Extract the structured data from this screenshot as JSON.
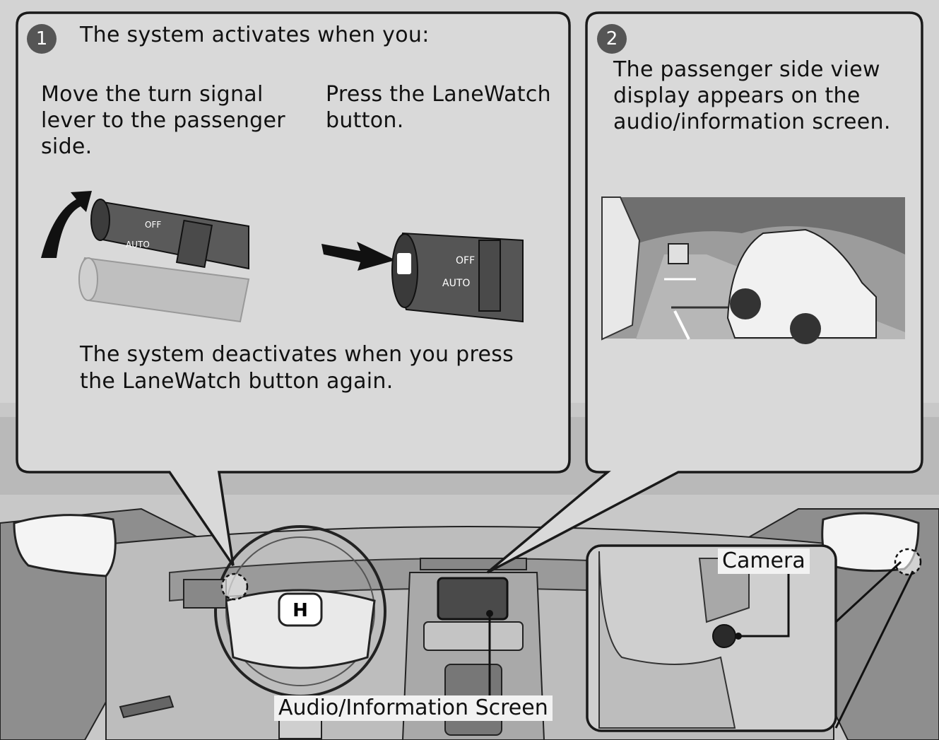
{
  "panel1": {
    "step": "1",
    "heading": "The system activates when you:",
    "option_a": [
      "Move the turn signal",
      "lever to the passenger",
      "side."
    ],
    "option_b": [
      "Press the LaneWatch",
      "button."
    ],
    "footer": [
      "The system deactivates when you press",
      "the LaneWatch button again."
    ],
    "lever_labels": [
      "OFF",
      "AUTO",
      "OFF"
    ]
  },
  "panel2": {
    "step": "2",
    "text": [
      "The passenger side view",
      "display appears on the",
      "audio/information screen."
    ]
  },
  "labels": {
    "camera": "Camera",
    "audio_screen": "Audio/Information Screen"
  },
  "colors": {
    "panel_fill": "#d9d9d9",
    "panel_stroke": "#1a1a1a",
    "badge": "#555555"
  }
}
